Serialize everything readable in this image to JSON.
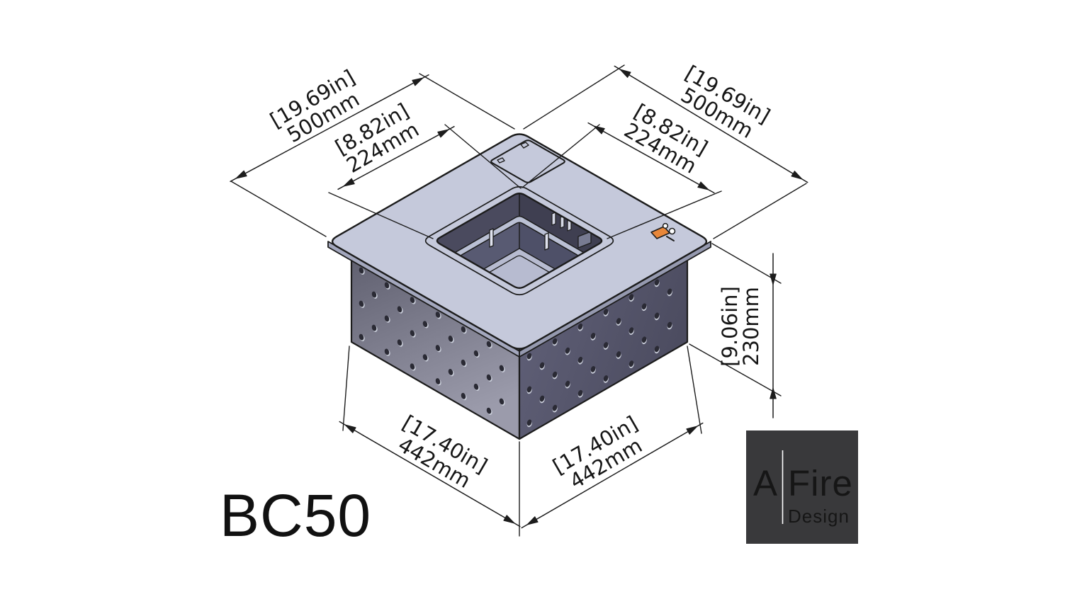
{
  "drawing": {
    "product_model": "BC50",
    "dimensions": {
      "flange_width_left": {
        "inches": "[19.69in]",
        "mm": "500mm"
      },
      "flange_width_right": {
        "inches": "[19.69in]",
        "mm": "500mm"
      },
      "opening_width_left": {
        "inches": "[8.82in]",
        "mm": "224mm"
      },
      "opening_width_right": {
        "inches": "[8.82in]",
        "mm": "224mm"
      },
      "body_height": {
        "inches": "[9.06in]",
        "mm": "230mm"
      },
      "body_width_left": {
        "inches": "[17.40in]",
        "mm": "442mm"
      },
      "body_width_right": {
        "inches": "[17.40in]",
        "mm": "442mm"
      }
    },
    "logo": {
      "part1": "A",
      "part2": "Fire",
      "part3": "Design"
    },
    "colors": {
      "background": "#ffffff",
      "line": "#1c1c1c",
      "plate_top": "#c5c9db",
      "plate_edge_left": "#a3a7bd",
      "plate_edge_right": "#9599af",
      "body_left_dark": "#5b5b6b",
      "body_left_light": "#9b9bab",
      "body_right_light": "#62627a",
      "body_right_dark": "#4c4c60",
      "hole": "#2a2a34",
      "hole_highlight": "#c9cdd9",
      "recess_wall_left": "#4a4a5e",
      "recess_wall_right": "#3f3f51",
      "ledge": "#9093a8",
      "box_face_left": "#7e8199",
      "box_face_right": "#6e7189",
      "rim_top": "#bac0d4",
      "cavity_left": "#585a72",
      "cavity_right": "#4e5068",
      "tray_floor": "#b7bbd0",
      "tab_fill": "#dfe2ee",
      "igniter_fill": "#d5d8e6",
      "bracket_fill": "#787b92",
      "accent_orange": "#e8873a",
      "logo_bg": "#39393b",
      "logo_text": "#ffffff"
    }
  }
}
